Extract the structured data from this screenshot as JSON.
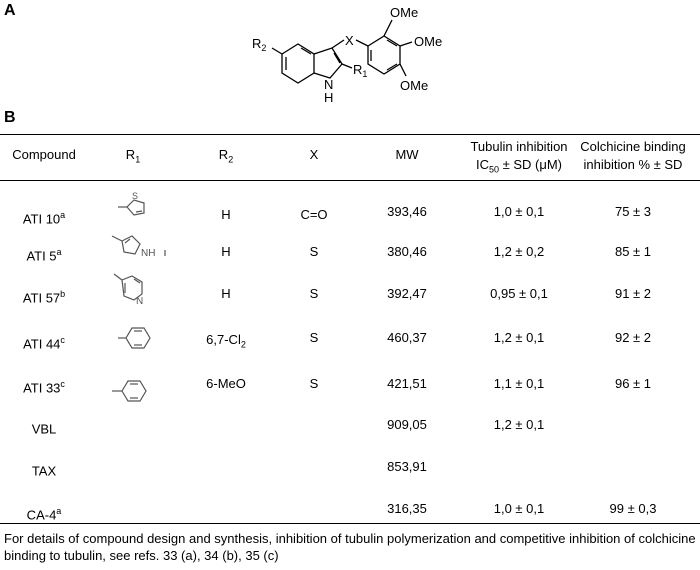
{
  "panel_a": {
    "label": "A",
    "structure": {
      "r2": "R",
      "r2_sub": "2",
      "x": "X",
      "ome1": "OMe",
      "ome2": "OMe",
      "ome3": "OMe",
      "r1": "R",
      "r1_sub": "1",
      "n": "N",
      "h": "H"
    }
  },
  "panel_b": {
    "label": "B"
  },
  "table": {
    "headers": {
      "compound": "Compound",
      "r1": "R",
      "r1_sub": "1",
      "r2": "R",
      "r2_sub": "2",
      "x": "X",
      "mw": "MW",
      "tubulin_l1": "Tubulin inhibition",
      "tubulin_l2_pre": "IC",
      "tubulin_l2_sub": "50",
      "tubulin_l2_post": " ± SD (μM)",
      "colch_l1": "Colchicine binding",
      "colch_l2": "inhibition % ± SD"
    },
    "rows": [
      {
        "compound": "ATI 10",
        "sup": "a",
        "r1_icon": "thiophene-icon",
        "r2": "H",
        "r2_sub": "",
        "x": "C=O",
        "mw": "393,46",
        "tubulin": "1,0 ± 0,1",
        "colchicine": "75 ± 3"
      },
      {
        "compound": "ATI 5",
        "sup": "a",
        "r1_icon": "pyrrole-icon",
        "r2": "H",
        "r2_sub": "",
        "x": "S",
        "mw": "380,46",
        "tubulin": "1,2 ± 0,2",
        "colchicine": "85 ± 1"
      },
      {
        "compound": "ATI 57",
        "sup": "b",
        "r1_icon": "pyridine-icon",
        "r2": "H",
        "r2_sub": "",
        "x": "S",
        "mw": "392,47",
        "tubulin": "0,95 ± 0,1",
        "colchicine": "91 ± 2"
      },
      {
        "compound": "ATI 44",
        "sup": "c",
        "r1_icon": "phenyl-icon",
        "r2": "6,7-Cl",
        "r2_sub": "2",
        "x": "S",
        "mw": "460,37",
        "tubulin": "1,2 ± 0,1",
        "colchicine": "92 ± 2"
      },
      {
        "compound": "ATI 33",
        "sup": "c",
        "r1_icon": "phenyl-icon",
        "r2": "6-MeO",
        "r2_sub": "",
        "x": "S",
        "mw": "421,51",
        "tubulin": "1,1 ± 0,1",
        "colchicine": "96 ± 1"
      },
      {
        "compound": "VBL",
        "sup": "",
        "r1_icon": "",
        "r2": "",
        "r2_sub": "",
        "x": "",
        "mw": "909,05",
        "tubulin": "1,2 ± 0,1",
        "colchicine": ""
      },
      {
        "compound": "TAX",
        "sup": "",
        "r1_icon": "",
        "r2": "",
        "r2_sub": "",
        "x": "",
        "mw": "853,91",
        "tubulin": "",
        "colchicine": ""
      },
      {
        "compound": "CA-4",
        "sup": "a",
        "r1_icon": "",
        "r2": "",
        "r2_sub": "",
        "x": "",
        "mw": "316,35",
        "tubulin": "1,0 ± 0,1",
        "colchicine": "99 ± 0,3"
      }
    ]
  },
  "footnote": "For details of compound design and synthesis, inhibition of tubulin polymerization and competitive inhibition of colchicine binding to tubulin, see refs. 33 (a), 34 (b), 35 (c)"
}
